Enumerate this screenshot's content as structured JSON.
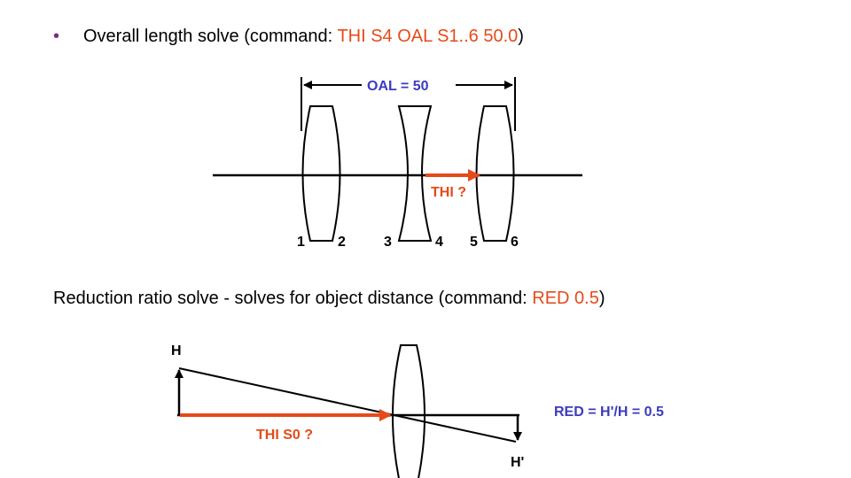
{
  "line1": {
    "bullet": "•",
    "prefix": "Overall length solve (command: ",
    "command": "THI S4 OAL S1..6 50.0",
    "suffix": ")"
  },
  "diagram1": {
    "oal_label": "OAL = ",
    "oal_value": "50",
    "thi_label": "THI ?",
    "surfaces": [
      "1",
      "2",
      "3",
      "4",
      "5",
      "6"
    ]
  },
  "line2": {
    "prefix": "Reduction ratio solve - solves for object distance (command: ",
    "command": "RED 0.5",
    "suffix": ")"
  },
  "diagram2": {
    "h_label": "H",
    "hprime_label": "H'",
    "thi_label": "THI S0 ?",
    "red_label": "RED = H'/H = 0.5"
  },
  "colors": {
    "accent_orange": "#e64a19",
    "accent_blue": "#3b3bbf",
    "bullet_purple": "#7b2d7b",
    "line_black": "#000000"
  }
}
